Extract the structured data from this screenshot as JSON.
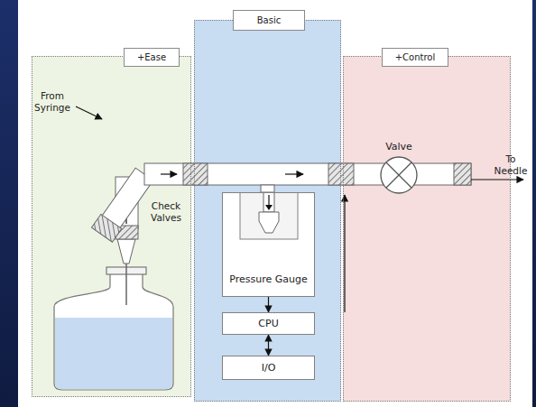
{
  "diagram": {
    "nodes": [
      {
        "text": [
          "+Ease"
        ]
      },
      {
        "text": [
          "Basic"
        ]
      },
      {
        "text": [
          "+Control"
        ]
      },
      {
        "text": [
          "Pressure Gauge"
        ],
        "in": 1
      },
      {
        "text": [
          "CPU"
        ],
        "in": 1
      },
      {
        "text": [
          "I/O"
        ],
        "in": 1
      },
      {
        "text": [
          "Valve"
        ],
        "in": 2
      }
    ],
    "edges": [
      {
        "from": 3,
        "to": 4,
        "arrow": "to"
      },
      {
        "from": 4,
        "to": 5,
        "arrow": "both"
      },
      {
        "from": 4,
        "to": 6,
        "arrow": "to"
      }
    ],
    "labels": [
      "From Syringe",
      "Check Valves",
      "To Needle"
    ]
  }
}
